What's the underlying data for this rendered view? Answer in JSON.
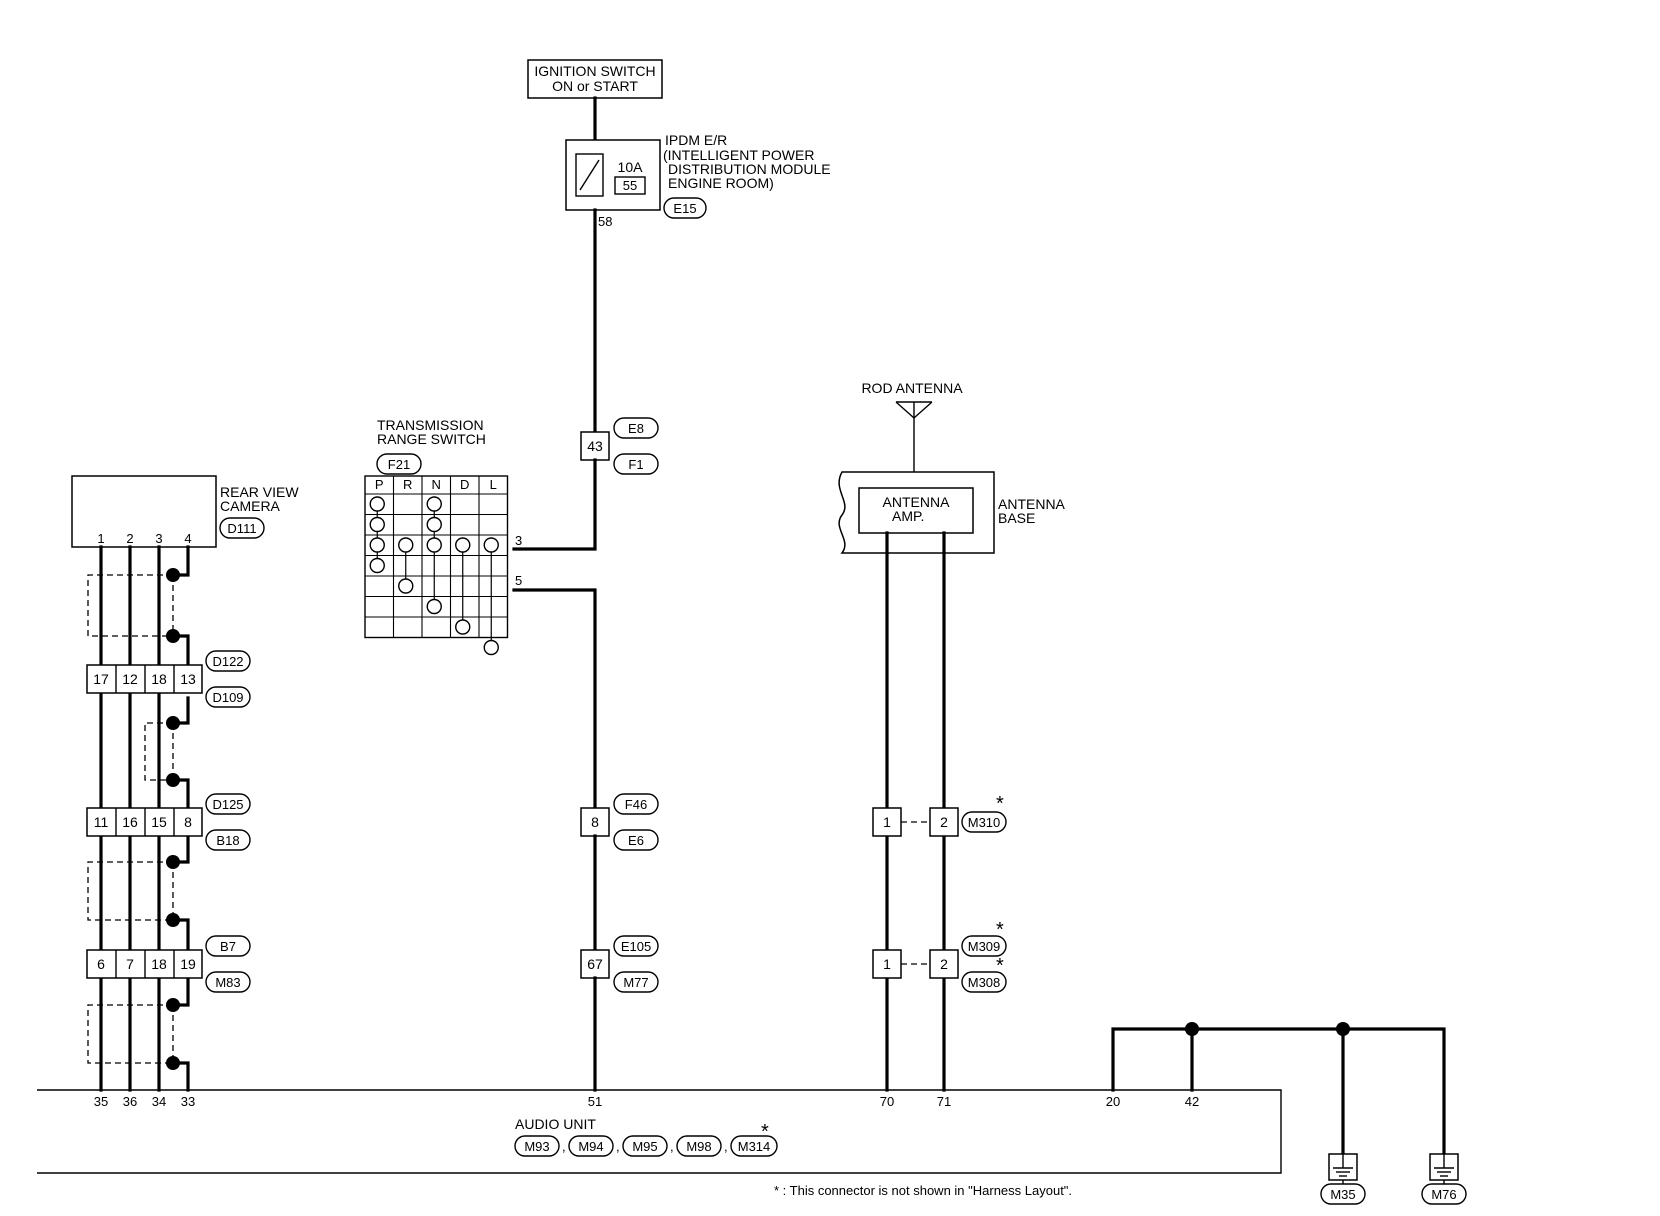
{
  "ignition": {
    "line1": "IGNITION SWITCH",
    "line2": "ON or START"
  },
  "ipdm": {
    "line1": "IPDM E/R",
    "line2": "(INTELLIGENT POWER",
    "line3": "DISTRIBUTION MODULE",
    "line4": "ENGINE ROOM)",
    "fuse_amp": "10A",
    "fuse_no": "55",
    "pin": "58",
    "connector": "E15"
  },
  "trs": {
    "line1": "TRANSMISSION",
    "line2": "RANGE SWITCH",
    "connector": "F21",
    "positions": [
      "P",
      "R",
      "N",
      "D",
      "L"
    ],
    "pin3": "3",
    "pin5": "5"
  },
  "camera": {
    "line1": "REAR VIEW",
    "line2": "CAMERA",
    "connector": "D111",
    "pins": [
      "1",
      "2",
      "3",
      "4"
    ]
  },
  "antenna": {
    "rod": "ROD ANTENNA",
    "amp_line1": "ANTENNA",
    "amp_line2": "AMP.",
    "base_line1": "ANTENNA",
    "base_line2": "BASE"
  },
  "joints": {
    "e8": {
      "pin": "43",
      "top": "E8",
      "bottom": "F1"
    },
    "d122": {
      "pins": [
        "17",
        "12",
        "18",
        "13"
      ],
      "top": "D122",
      "bottom": "D109"
    },
    "d125": {
      "pins": [
        "11",
        "16",
        "15",
        "8"
      ],
      "top": "D125",
      "bottom": "B18"
    },
    "b7": {
      "pins": [
        "6",
        "7",
        "18",
        "19"
      ],
      "top": "B7",
      "bottom": "M83"
    },
    "f46": {
      "pin": "8",
      "top": "F46",
      "bottom": "E6"
    },
    "e105": {
      "pin": "67",
      "top": "E105",
      "bottom": "M77"
    },
    "m310": {
      "left": "1",
      "right": "2",
      "label": "M310",
      "star": "*"
    },
    "m309": {
      "left": "1",
      "right": "2",
      "top": "M309",
      "bottom": "M308",
      "star": "*"
    }
  },
  "audio_unit": {
    "title": "AUDIO UNIT",
    "connectors": [
      "M93",
      "M94",
      "M95",
      "M98",
      "M314"
    ],
    "separator": ",",
    "star": "*",
    "pins": [
      "35",
      "36",
      "34",
      "33",
      "51",
      "70",
      "71",
      "20",
      "42"
    ]
  },
  "grounds": [
    "M35",
    "M76"
  ],
  "footnote": "* : This connector is not shown in \"Harness Layout\"."
}
